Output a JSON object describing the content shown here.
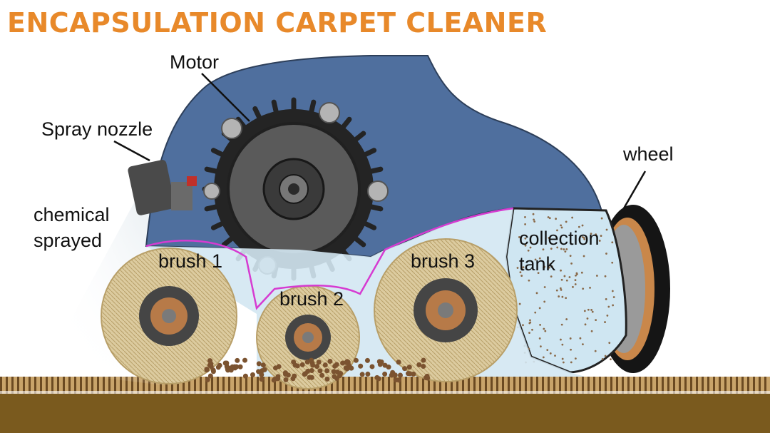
{
  "title": "ENCAPSULATION CARPET CLEANER",
  "labels": {
    "motor": "Motor",
    "spray_nozzle": "Spray nozzle",
    "chemical_line1": "chemical",
    "chemical_line2": "sprayed",
    "wheel": "wheel",
    "brush1": "brush 1",
    "brush2": "brush 2",
    "brush3": "brush 3",
    "tank_line1": "collection",
    "tank_line2": "tank"
  },
  "colors": {
    "title": "#e8892a",
    "body": "#4f6f9e",
    "motor": "#3b3b3b",
    "brush": "#d8c79e",
    "tank": "#c8e2f0",
    "floor": "#7a5a1e",
    "carpet": "#8a6a3a",
    "outline_accent": "#d63bd1"
  },
  "icons": {
    "motor": "gear-icon",
    "nozzle": "spray-nozzle-icon",
    "wheel": "wheel-icon"
  }
}
